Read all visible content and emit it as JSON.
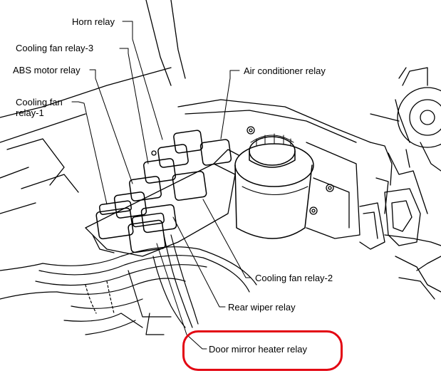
{
  "diagram": {
    "labels": {
      "horn_relay": "Horn relay",
      "cooling_fan_relay_3": "Cooling fan relay-3",
      "abs_motor_relay": "ABS motor relay",
      "cooling_fan_relay_1": "Cooling fan relay-1",
      "air_conditioner_relay": "Air conditioner relay",
      "cooling_fan_relay_2": "Cooling fan relay-2",
      "rear_wiper_relay": "Rear wiper relay",
      "door_mirror_heater_relay": "Door mirror heater relay"
    },
    "highlight": {
      "target": "door_mirror_heater_relay",
      "color": "#e30613"
    }
  }
}
